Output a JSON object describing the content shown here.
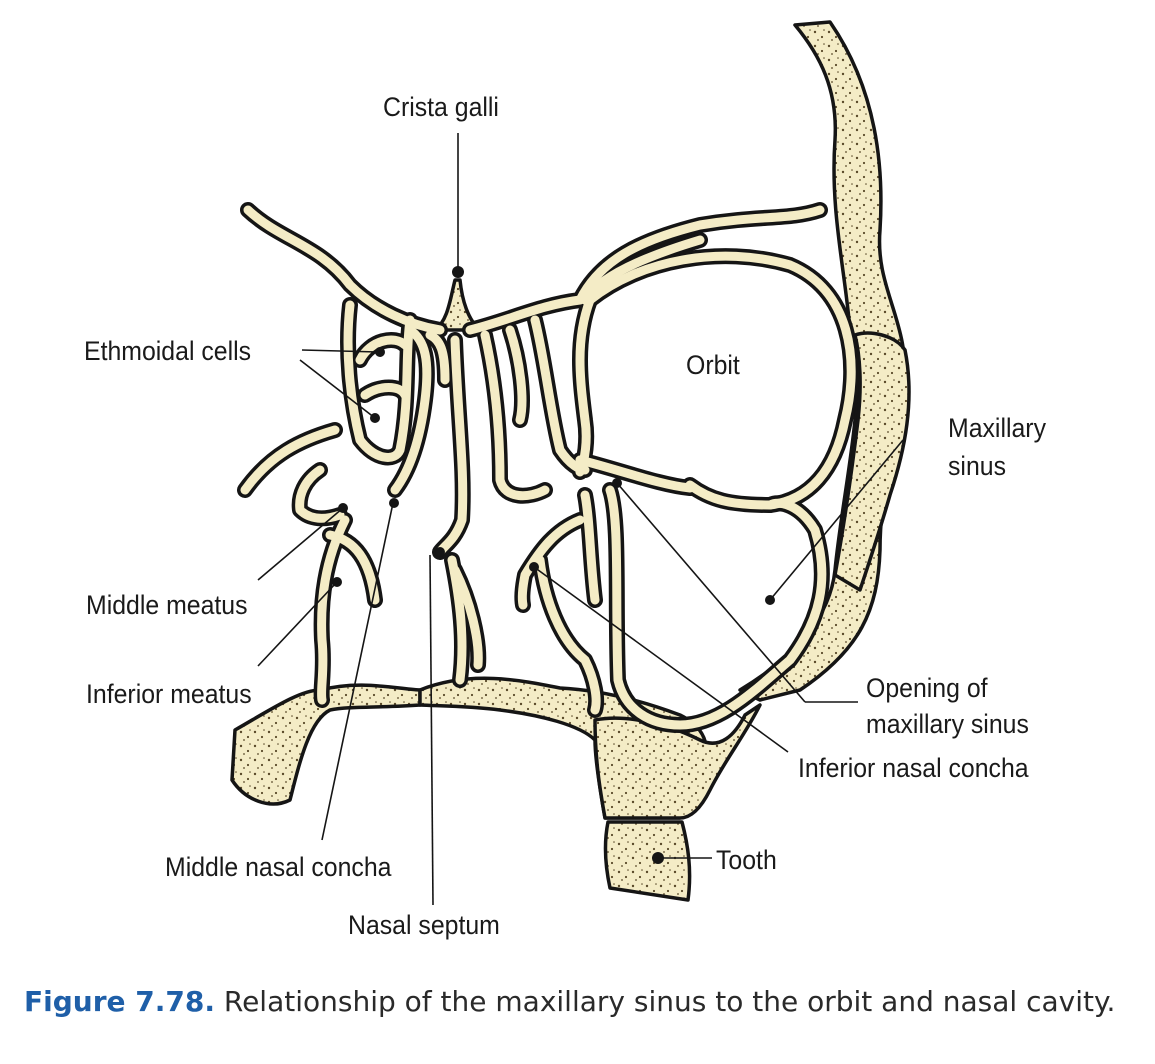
{
  "labels": {
    "crista_galli": "Crista galli",
    "ethmoidal_cells": "Ethmoidal cells",
    "orbit": "Orbit",
    "maxillary_sinus_line1": "Maxillary",
    "maxillary_sinus_line2": "sinus",
    "middle_meatus": "Middle meatus",
    "inferior_meatus": "Inferior meatus",
    "opening_line1": "Opening of",
    "opening_line2": "maxillary sinus",
    "inferior_nasal_concha": "Inferior nasal concha",
    "tooth": "Tooth",
    "middle_nasal_concha": "Middle nasal concha",
    "nasal_septum": "Nasal septum"
  },
  "caption": {
    "figure_number": "Figure 7.78.",
    "text": " Relationship of the maxillary sinus to the orbit and nasal cavity."
  },
  "colors": {
    "bone_fill": "#f4ecc6",
    "outline": "#151515",
    "caption_accent": "#1f5fa8"
  }
}
